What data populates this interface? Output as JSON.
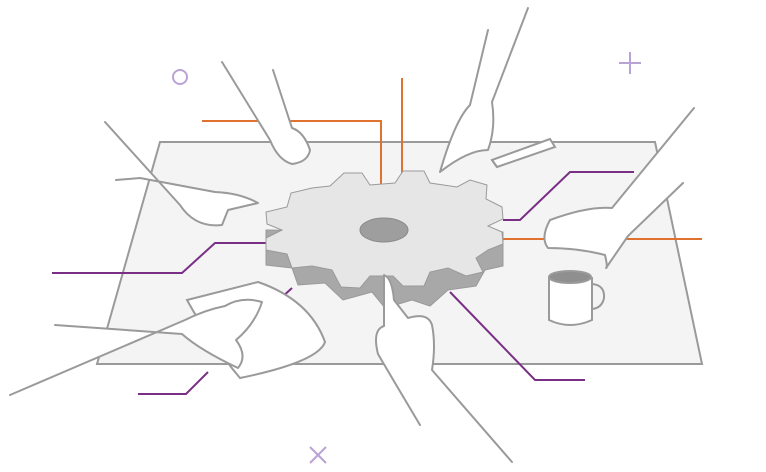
{
  "illustration": {
    "subject": "teamwork-gear",
    "colors": {
      "background": "#ffffff",
      "table": "#f4f4f4",
      "outline": "#9a9a9a",
      "gear_top": "#e6e6e6",
      "gear_side": "#a8a8a8",
      "gear_hole": "#9e9e9e",
      "accent_orange": "#e0722f",
      "accent_purple": "#7a2f86",
      "decoration": "#b9a3d6"
    },
    "elements": [
      "table",
      "gear",
      "hands",
      "pencil",
      "mug",
      "paper-sheet",
      "circle-decoration",
      "plus-decoration",
      "cross-decoration"
    ]
  }
}
